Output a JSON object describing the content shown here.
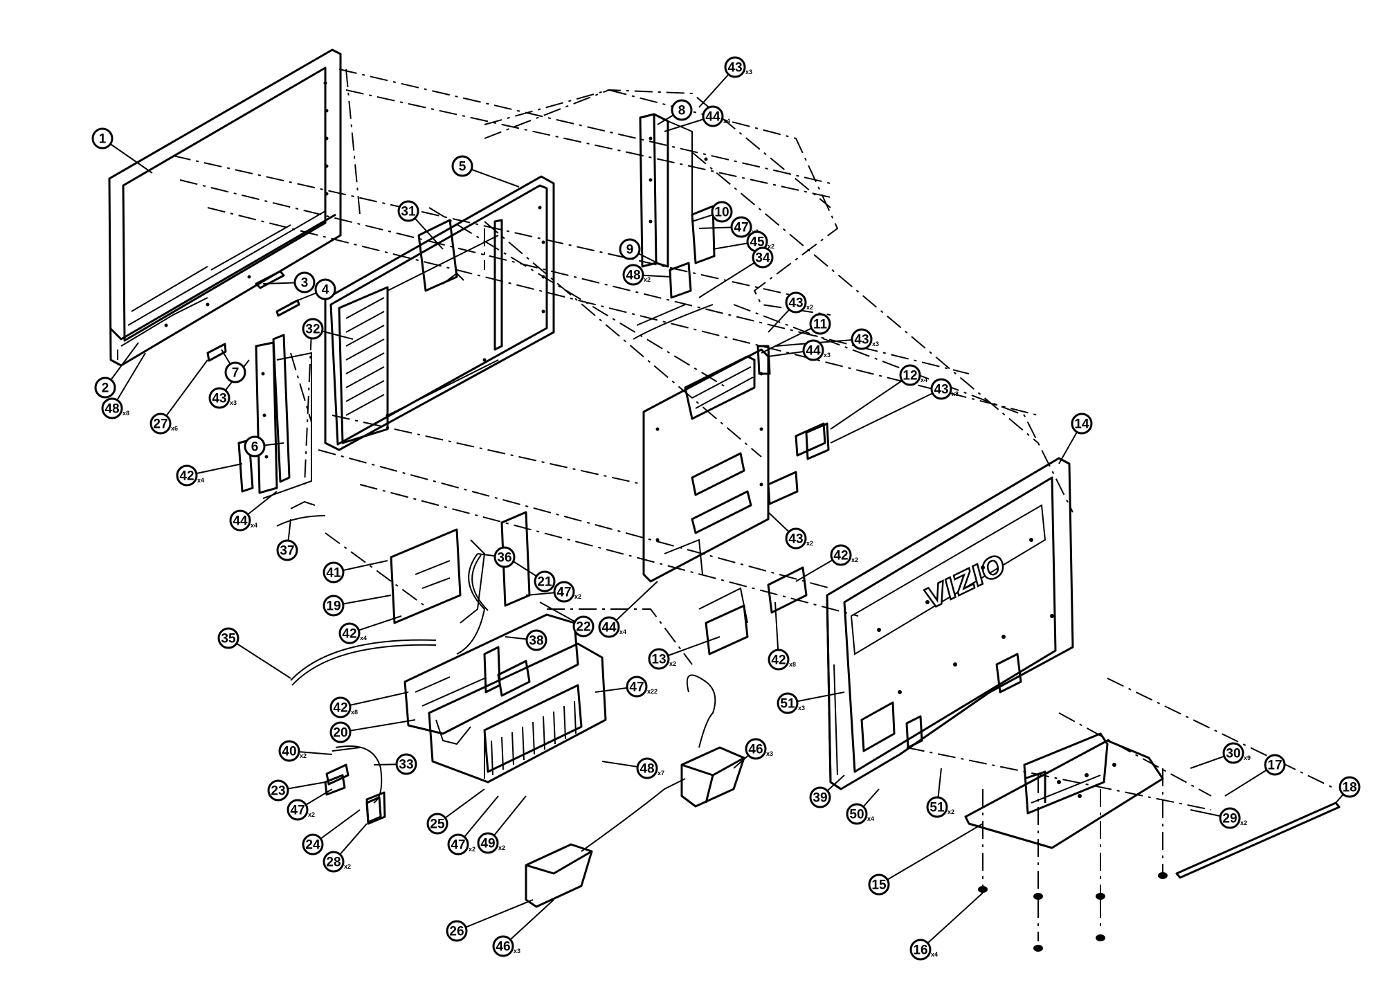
{
  "brand": "VIZIO",
  "callouts": [
    {
      "num": "1",
      "qty": ""
    },
    {
      "num": "2",
      "qty": ""
    },
    {
      "num": "3",
      "qty": ""
    },
    {
      "num": "4",
      "qty": ""
    },
    {
      "num": "48",
      "qty": "x8"
    },
    {
      "num": "27",
      "qty": "x6"
    },
    {
      "num": "7",
      "qty": ""
    },
    {
      "num": "43",
      "qty": "x3"
    },
    {
      "num": "6",
      "qty": ""
    },
    {
      "num": "42",
      "qty": "x4"
    },
    {
      "num": "44",
      "qty": "x4"
    },
    {
      "num": "37",
      "qty": ""
    },
    {
      "num": "5",
      "qty": ""
    },
    {
      "num": "31",
      "qty": ""
    },
    {
      "num": "32",
      "qty": ""
    },
    {
      "num": "43",
      "qty": "x3"
    },
    {
      "num": "8",
      "qty": ""
    },
    {
      "num": "44",
      "qty": "x4"
    },
    {
      "num": "10",
      "qty": ""
    },
    {
      "num": "47",
      "qty": "x2"
    },
    {
      "num": "45",
      "qty": "x2"
    },
    {
      "num": "9",
      "qty": ""
    },
    {
      "num": "48",
      "qty": "x2"
    },
    {
      "num": "34",
      "qty": ""
    },
    {
      "num": "43",
      "qty": "x2"
    },
    {
      "num": "11",
      "qty": ""
    },
    {
      "num": "44",
      "qty": "x3"
    },
    {
      "num": "43",
      "qty": "x3"
    },
    {
      "num": "12",
      "qty": "x4"
    },
    {
      "num": "43",
      "qty": "x8"
    },
    {
      "num": "14",
      "qty": ""
    },
    {
      "num": "43",
      "qty": "x2"
    },
    {
      "num": "42",
      "qty": "x2"
    },
    {
      "num": "44",
      "qty": "x4"
    },
    {
      "num": "13",
      "qty": "x2"
    },
    {
      "num": "42",
      "qty": "x8"
    },
    {
      "num": "41",
      "qty": ""
    },
    {
      "num": "19",
      "qty": ""
    },
    {
      "num": "42",
      "qty": "x4"
    },
    {
      "num": "36",
      "qty": ""
    },
    {
      "num": "21",
      "qty": ""
    },
    {
      "num": "47",
      "qty": "x2"
    },
    {
      "num": "22",
      "qty": ""
    },
    {
      "num": "35",
      "qty": ""
    },
    {
      "num": "38",
      "qty": ""
    },
    {
      "num": "42",
      "qty": "x8"
    },
    {
      "num": "20",
      "qty": ""
    },
    {
      "num": "47",
      "qty": "x22"
    },
    {
      "num": "40",
      "qty": "x2"
    },
    {
      "num": "33",
      "qty": ""
    },
    {
      "num": "48",
      "qty": "x7"
    },
    {
      "num": "46",
      "qty": "x3"
    },
    {
      "num": "23",
      "qty": ""
    },
    {
      "num": "47",
      "qty": "x2"
    },
    {
      "num": "24",
      "qty": ""
    },
    {
      "num": "28",
      "qty": "x2"
    },
    {
      "num": "25",
      "qty": ""
    },
    {
      "num": "47",
      "qty": "x2"
    },
    {
      "num": "49",
      "qty": "x2"
    },
    {
      "num": "26",
      "qty": ""
    },
    {
      "num": "46",
      "qty": "x3"
    },
    {
      "num": "51",
      "qty": "x3"
    },
    {
      "num": "39",
      "qty": ""
    },
    {
      "num": "50",
      "qty": "x4"
    },
    {
      "num": "51",
      "qty": "x2"
    },
    {
      "num": "15",
      "qty": ""
    },
    {
      "num": "30",
      "qty": "x9"
    },
    {
      "num": "17",
      "qty": ""
    },
    {
      "num": "18",
      "qty": ""
    },
    {
      "num": "29",
      "qty": "x2"
    },
    {
      "num": "16",
      "qty": "x4"
    }
  ]
}
